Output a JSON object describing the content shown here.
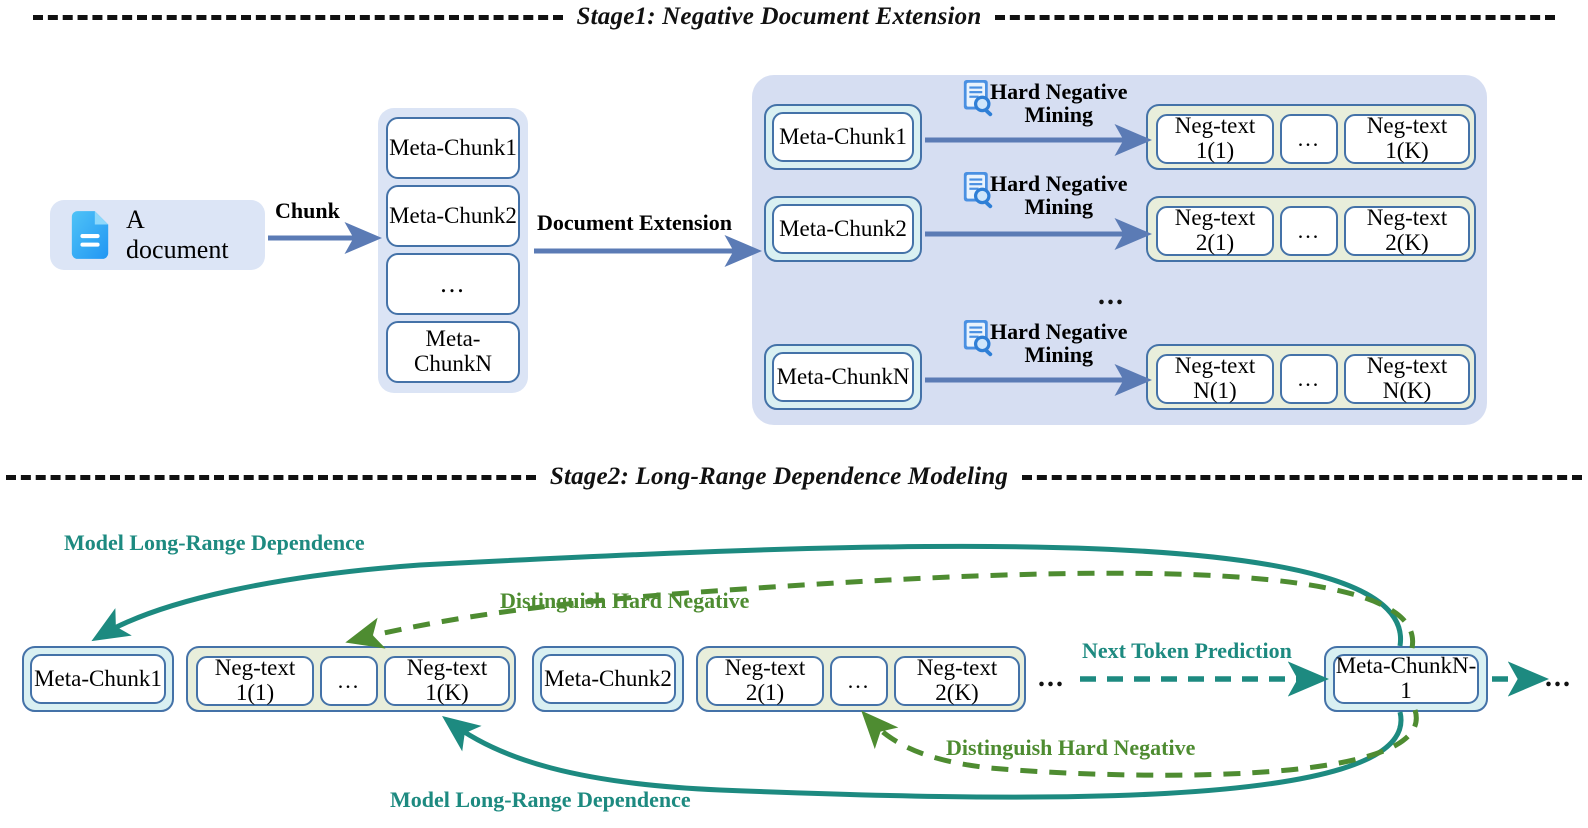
{
  "stage1": {
    "title": "Stage1: Negative Document Extension",
    "source_doc": {
      "label": "A document",
      "icon": "document-icon"
    },
    "chunk_arrow_label": "Chunk",
    "extension_arrow_label": "Document Extension",
    "chunks": [
      "Meta-Chunk1",
      "Meta-Chunk2",
      "...",
      "Meta-ChunkN"
    ],
    "mining_label": "Hard Negative Mining",
    "mining_icon": "document-search-icon",
    "vertical_ellipsis": "...",
    "rows": [
      {
        "chunk": "Meta-Chunk1",
        "negatives": [
          "Neg-text 1(1)",
          "...",
          "Neg-text 1(K)"
        ]
      },
      {
        "chunk": "Meta-Chunk2",
        "negatives": [
          "Neg-text 2(1)",
          "...",
          "Neg-text 2(K)"
        ]
      },
      {
        "chunk": "Meta-ChunkN",
        "negatives": [
          "Neg-text N(1)",
          "...",
          "Neg-text N(K)"
        ]
      }
    ]
  },
  "stage2": {
    "title": "Stage2: Long-Range Dependence Modeling",
    "sequence": [
      {
        "kind": "chunk",
        "label": "Meta-Chunk1"
      },
      {
        "kind": "neg-group",
        "items": [
          "Neg-text 1(1)",
          "...",
          "Neg-text 1(K)"
        ]
      },
      {
        "kind": "chunk",
        "label": "Meta-Chunk2"
      },
      {
        "kind": "neg-group",
        "items": [
          "Neg-text 2(1)",
          "...",
          "Neg-text 2(K)"
        ]
      },
      {
        "kind": "ellipsis",
        "label": "..."
      },
      {
        "kind": "chunk",
        "label": "Meta-ChunkN-1"
      },
      {
        "kind": "ellipsis",
        "label": "..."
      }
    ],
    "labels": {
      "model_long_range_top": "Model Long-Range Dependence",
      "distinguish_hard_negative_top": "Distinguish Hard Negative",
      "next_token_prediction": "Next Token Prediction",
      "distinguish_hard_negative_bottom": "Distinguish Hard Negative",
      "model_long_range_bottom": "Model Long-Range Dependence"
    }
  },
  "colors": {
    "teal": "#1d8a80",
    "green": "#4e8c31",
    "box_border": "#4472a8",
    "panel_blue": "#d6def2",
    "wrap_cyan": "#d9f0f2",
    "wrap_green": "#e8eedb",
    "arrow_blue": "#5b7bb5"
  }
}
